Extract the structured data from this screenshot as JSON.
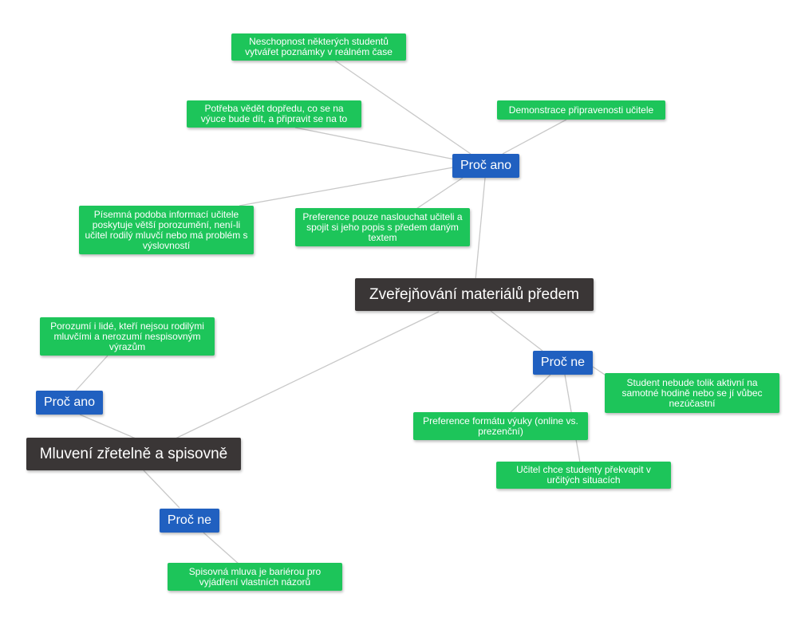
{
  "topics": {
    "materials": "Zveřejňování materiálů předem",
    "speaking": "Mluvení zřetelně a spisovně"
  },
  "branches": {
    "materials_yes": "Proč ano",
    "materials_no": "Proč ne",
    "speaking_yes": "Proč ano",
    "speaking_no": "Proč ne"
  },
  "leaves": {
    "realtime_notes": "Neschopnost některých studentů vytvářet poznámky v reálném čase",
    "know_ahead": "Potřeba vědět dopředu, co se na výuce bude dít, a připravit se na to",
    "teacher_ready": "Demonstrace připravenosti učitele",
    "written_form": "Písemná podoba informací učitele poskytuje větší porozumění, není-li učitel rodilý mluvčí nebo má problém s výslovností",
    "listen_pref": "Preference pouze naslouchat učiteli a spojit si jeho popis s předem daným textem",
    "student_passive": "Student nebude tolik aktivní na samotné hodině nebo se jí vůbec nezúčastní",
    "format_pref": "Preference formátu výuky (online vs. prezenční)",
    "surprise": "Učitel chce studenty překvapit v určitých situacích",
    "understand_all": "Porozumí i lidé, kteří nejsou rodilými mluvčími a nerozumí nespisovným výrazům",
    "barrier": "Spisovná mluva je bariérou pro vyjádření vlastních názorů"
  }
}
